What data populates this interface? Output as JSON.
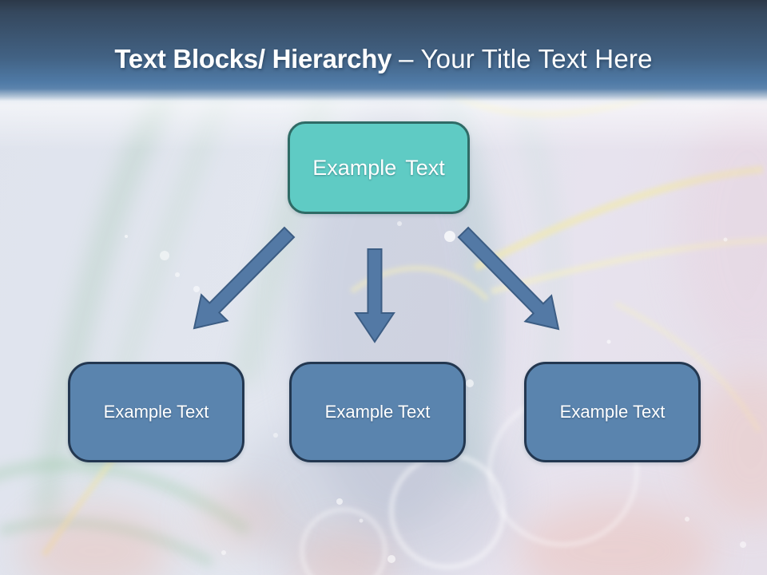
{
  "slide": {
    "header": {
      "title_bold": "Text Blocks/ Hierarchy",
      "title_regular": "– Your Title Text Here"
    },
    "diagram": {
      "root": {
        "label": "Example Text"
      },
      "children": [
        {
          "label": "Example Text"
        },
        {
          "label": "Example Text"
        },
        {
          "label": "Example Text"
        }
      ]
    },
    "colors": {
      "header_top": "#2C3848",
      "header_bottom": "#4F7AA6",
      "title_text": "#FFFFFF",
      "root_fill": "#5FCBC4",
      "root_border": "#2F6B66",
      "child_fill": "#5A84AE",
      "child_border": "#233750",
      "arrow_fill": "#5379A5",
      "arrow_stroke": "#3C5D84"
    }
  }
}
